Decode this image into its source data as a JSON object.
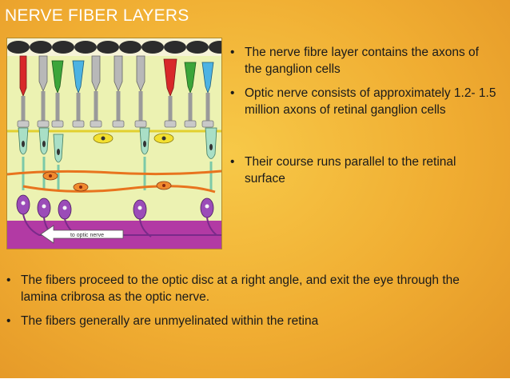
{
  "slide": {
    "title": "NERVE FIBER LAYERS",
    "right_bullets": [
      "The nerve fibre layer contains the axons of the ganglion cells",
      "Optic nerve consists of approximately 1.2- 1.5 million axons of retinal ganglion cells",
      "Their course runs parallel to the retinal surface"
    ],
    "bottom_bullets": [
      "The fibers proceed to the optic disc at a right angle, and exit the eye through the lamina cribrosa as the optic nerve.",
      "The fibers generally are unmyelinated within the retina"
    ]
  },
  "diagram": {
    "arrow_label": "to optic nerve",
    "colors": {
      "background": "#ecf2b2",
      "nerve_fiber_band": "#b23aa4",
      "pigment_cells": "#2c2c2c",
      "rod_cone_gray": "#b8b8b8",
      "red_cone": "#d8282a",
      "green_cone": "#3ca53a",
      "blue_cone": "#4cb3e3",
      "bipolar_cell": "#a9dfc6",
      "horizontal_cell": "#f3e030",
      "amacrine_fiber": "#e8741e",
      "ganglion_cell": "#8a3ea6"
    }
  }
}
